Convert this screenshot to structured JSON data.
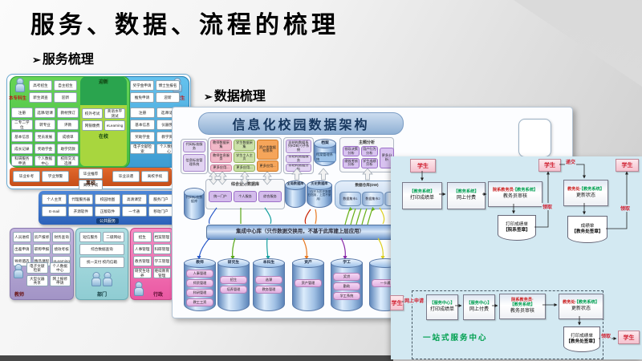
{
  "slide": {
    "title": "服务、数据、流程的梳理",
    "bullet": "➢",
    "sections": {
      "service": "服务梳理",
      "data": "数据梳理",
      "process": "流程梳理"
    }
  },
  "service_map": {
    "roles": {
      "undergrad": "本专科生",
      "grad": "研究生",
      "teacher": "教师",
      "dept": "部门",
      "admin": "行政"
    },
    "bands": {
      "welcome": "迎新",
      "oncampus": "在校",
      "leave": "离校",
      "public": "公共服务"
    },
    "welcome_left": [
      "高考招生",
      "自主招生",
      "新生调查",
      "迎新"
    ],
    "welcome_right": [
      "奖学金申请",
      "博士生报名",
      "推免申请",
      "迎新"
    ],
    "undergrad_boxes": [
      "注册",
      "选课/退课",
      "教材预订",
      "二专二学位",
      "转专业",
      "评教",
      "基本信息",
      "党员发展",
      "成绩单",
      "成长记录",
      "奖助学金",
      "助学贷款",
      "科研服务申请",
      "个人数据中心",
      "校际交流选课"
    ],
    "center_boxes": [
      "校外考试",
      "英语水平测试",
      "网银缴费",
      "eLearning"
    ],
    "grad_boxes": [
      "注册",
      "选课/退课",
      "基本信息",
      "仪器预约",
      "奖助学金",
      "教学资料",
      "电子文献检索",
      "个人数据中心"
    ],
    "leave_left": [
      "毕业补考",
      "学业预警"
    ],
    "leave_mid": [
      "毕业推荐",
      "离校手续"
    ],
    "leave_right": [
      "毕业派遣",
      "离校手续"
    ],
    "public_boxes": [
      "个人主页",
      "代理服务器",
      "校园地图",
      "高清课堂",
      "服务门户",
      "E-mail",
      "开源软件",
      "正版软件",
      "一卡通",
      "移动门户"
    ],
    "teacher_boxes_a": [
      "人员进校",
      "房产报修",
      "财务查询",
      "出差申请",
      "职称申报",
      "绩效考核",
      "导师遴选",
      "精品课程",
      "eLearning"
    ],
    "teacher_boxes_b": [
      "电子文献检索",
      "个人数据中心",
      "大型仪器共享",
      "网上报修申请"
    ],
    "dept_boxes_a": [
      "短信服务",
      "二级网站"
    ],
    "dept_boxes_b": [
      "综合数据查询",
      "统一支付 校内信箱"
    ],
    "admin_boxes": [
      "招生",
      "档案管理",
      "人事管理",
      "科研管理",
      "教务管理",
      "学工管理",
      "研究生培养",
      "继续教育管理"
    ]
  },
  "data_arch": {
    "banner": "信息化校园数据架构",
    "std_boxes": [
      "代码标准服务",
      "信息标准管理系统"
    ],
    "std_cyl": "代码标准数据库",
    "teacher_col": [
      "教师数据采集",
      "教师信息服务",
      "更多应用..."
    ],
    "student_col": [
      "学生数据采集",
      "学生个人主页",
      "更多应用..."
    ],
    "asset_col": [
      "资产类数据检查表",
      "更多应用..."
    ],
    "unstruct_col": [
      "非结构数据系列KDB(+)子系统",
      "非结构数据服务",
      "非结构数据分析"
    ],
    "archive_cyl": "档案",
    "archive_sys": "档案管理系统",
    "theme_title": "主题分析",
    "theme_boxes": [
      "领导决策分析",
      "用户行为分析",
      "绩效考核分析",
      "学生成绩分析"
    ],
    "theme_more": "更多分析",
    "biz_title": "综合业务数据库",
    "biz_boxes": [
      "统一门户",
      "个人服务",
      "综合服务"
    ],
    "global_cyl": "全局数据库",
    "hist_cyl": "历史数据库",
    "hist_note": "（仅作为历史数据归档用，上层不使用）",
    "dw_title": "数据仓库(DW)",
    "dw_marts": [
      "数据集市1",
      "数据集市2"
    ],
    "center_bar": "集成中心库（只作数据交换用，不基于此库建上层应用）",
    "cylinders": [
      {
        "label": "教师",
        "items": [
          "人事管理",
          "师资管理",
          "科研管理",
          "教工工资"
        ]
      },
      {
        "label": "研究生",
        "items": [
          "招生",
          "培养管理"
        ]
      },
      {
        "label": "本科生",
        "items": [
          "选课",
          "教务管理"
        ]
      },
      {
        "label": "资产",
        "items": [
          "资产管理"
        ]
      },
      {
        "label": "学工",
        "items": [
          "奖贷",
          "勤助",
          "学工系统"
        ]
      },
      {
        "label": "",
        "items": [
          "一卡通"
        ]
      }
    ]
  },
  "process_map": {
    "student": "学生",
    "top": {
      "n1_sys": "【教务系统】",
      "n1_act": "打印成绩单",
      "n2_sys": "【教务系统】",
      "n2_act": "网上付费",
      "n3_org": "院系教务员·",
      "n3_sys": "【教务系统】",
      "n3_act": "教务员审核",
      "d1_l1": "打印成绩单",
      "d1_l2": "【院系签章】",
      "n4_org": "教务处·",
      "n4_sys": "【教务系统】",
      "n4_act": "更新状态",
      "d2_l1": "成绩单",
      "d2_l2": "【教务处签章】",
      "receive": "领取",
      "submit": "递交"
    },
    "bottom": {
      "apply": "网上申请",
      "container": "一站式服务中心",
      "n1_sys": "【服务中心】",
      "n1_act": "打印成绩单",
      "n2_sys": "【服务中心】",
      "n2_act": "网上付费",
      "n3_org": "院系教务员·",
      "n3_sys": "【教务系统】",
      "n3_act": "教务员审核",
      "n4_org": "教务处·",
      "n4_sys": "【教务系统】",
      "n4_act": "更新状态",
      "d1_l1": "打印成绩单",
      "d1_l2": "【教务处签章】",
      "receive": "领取"
    }
  }
}
